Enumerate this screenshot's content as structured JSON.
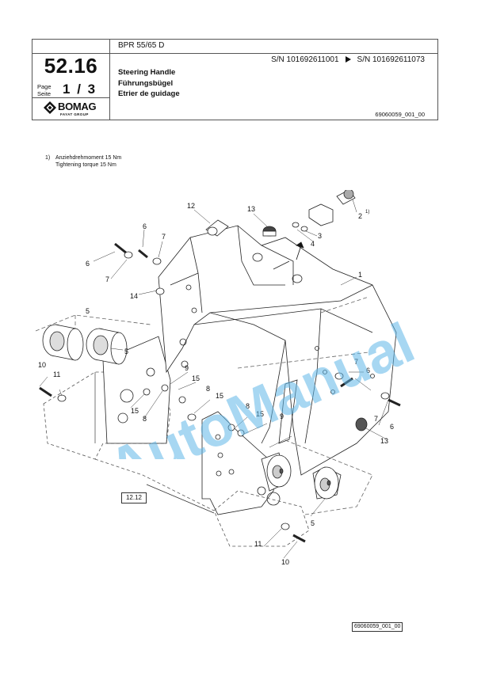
{
  "header": {
    "model": "BPR 55/65 D",
    "sn_from": "S/N 101692611001",
    "sn_to": "S/N 101692611073",
    "section_number": "52.16",
    "page_label_en": "Page",
    "page_label_de": "Seite",
    "page_current": "1",
    "page_sep": "/",
    "page_total": "3",
    "title_en": "Steering Handle",
    "title_de": "Führungsbügel",
    "title_fr": "Etrier de guidage",
    "drawing_number": "69060059_001_00"
  },
  "logo": {
    "word": "BOMAG",
    "subtitle": "FAYAT GROUP"
  },
  "footnote": {
    "index": "1)",
    "line_de": "Anziehdrehmoment 15 Nm",
    "line_en": "Tightening torque 15 Nm"
  },
  "diagram": {
    "reference_box": "12.12",
    "callouts": [
      "1",
      "2",
      "1)",
      "3",
      "4",
      "5",
      "5",
      "5",
      "6",
      "6",
      "6",
      "6",
      "7",
      "7",
      "7",
      "7",
      "8",
      "8",
      "8",
      "9",
      "9",
      "10",
      "10",
      "11",
      "11",
      "12",
      "13",
      "13",
      "14",
      "15",
      "15",
      "15",
      "15"
    ]
  },
  "watermark": "AutoManual",
  "footer": {
    "drawing_number": "69060059_001_00"
  }
}
